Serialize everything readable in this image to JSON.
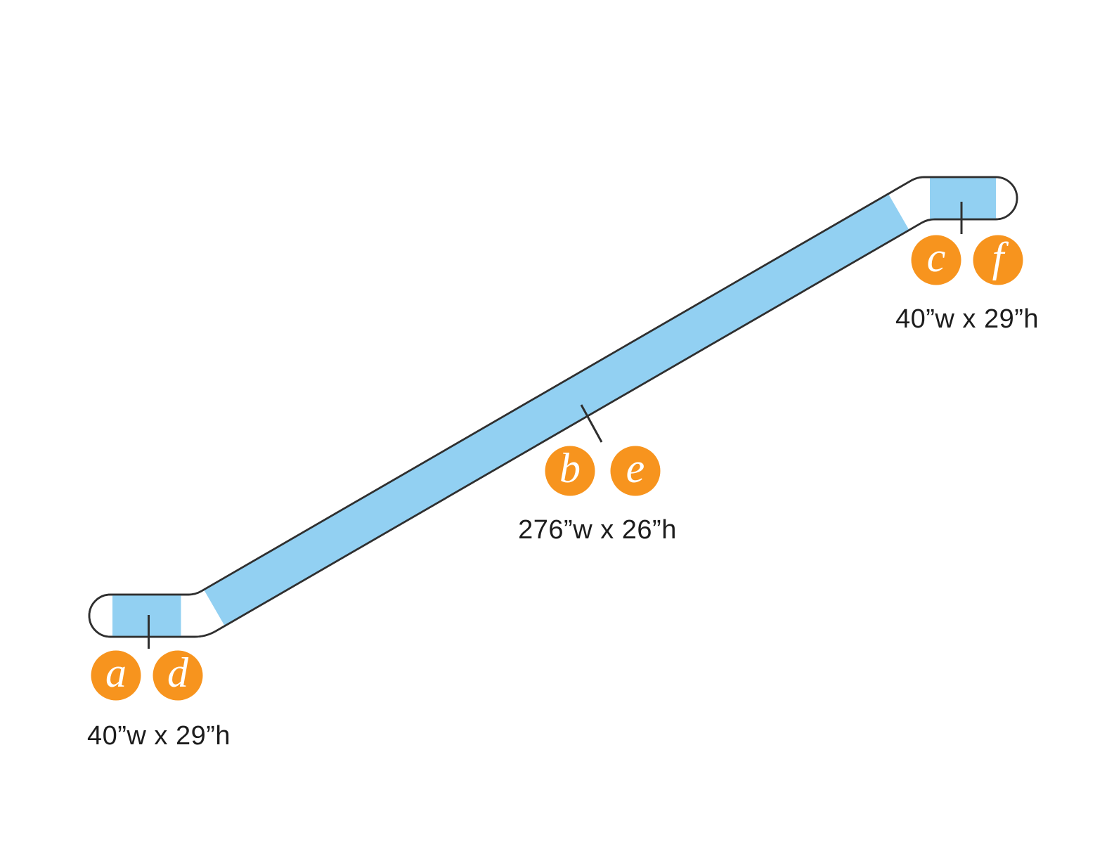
{
  "colors": {
    "background": "#ffffff",
    "panel_blue": "#92d0f2",
    "badge_orange": "#f7941e",
    "outline": "#2f2f2f",
    "label_text": "#1c1c1c",
    "badge_letter": "#ffffff"
  },
  "sections": {
    "lower_landing": {
      "badge_1": "a",
      "badge_2": "d",
      "dimensions": "40”w x 29”h"
    },
    "incline": {
      "badge_1": "b",
      "badge_2": "e",
      "dimensions": "276”w x 26”h"
    },
    "upper_landing": {
      "badge_1": "c",
      "badge_2": "f",
      "dimensions": "40”w x 29”h"
    }
  }
}
